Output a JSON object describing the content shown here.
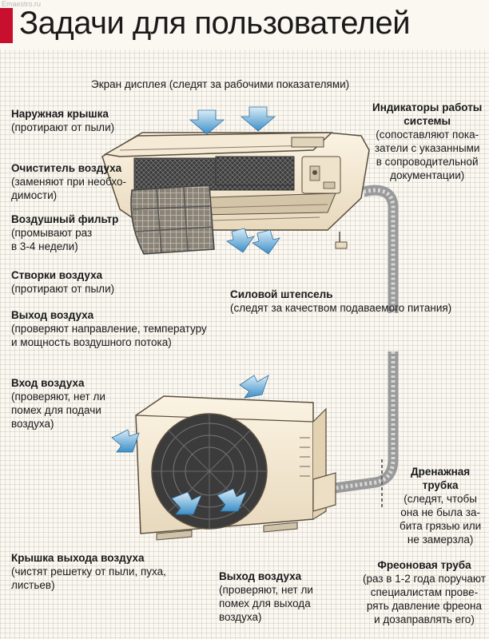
{
  "watermark": "Emaestro.ru",
  "title": "Задачи для пользователей",
  "indoor": {
    "display": {
      "h": "Экран дисплея (следят за рабочими показателями)"
    },
    "cover": {
      "h": "Наружная крышка",
      "d1": "(протирают от пыли)"
    },
    "purifier": {
      "h": "Очиститель воздуха",
      "d1": "(заменяют при необхо-",
      "d2": "димости)"
    },
    "filter": {
      "h": "Воздушный фильтр",
      "d1": "(промывают раз",
      "d2": "в 3-4 недели)"
    },
    "louvers": {
      "h": "Створки воздуха",
      "d1": "(протирают от пыли)"
    },
    "outlet": {
      "h": "Выход воздуха",
      "d1": "(проверяют направление, температуру",
      "d2": "и мощность воздушного потока)"
    },
    "indicators": {
      "h1": "Индикаторы работы",
      "h2": "системы",
      "d1": "(сопоставляют пока-",
      "d2": "затели с указанными",
      "d3": "в сопроводительной",
      "d4": "документации)"
    },
    "plug": {
      "h": "Силовой штепсель",
      "d1": "(следят за качеством подаваемого питания)"
    }
  },
  "outdoor": {
    "inlet": {
      "h": "Вход воздуха",
      "d1": "(проверяют, нет ли",
      "d2": "помех для подачи",
      "d3": "воздуха)"
    },
    "drain": {
      "h1": "Дренажная",
      "h2": "трубка",
      "d1": "(следят, чтобы",
      "d2": "она не была за-",
      "d3": "бита грязью или",
      "d4": "не замерзла)"
    },
    "cover": {
      "h": "Крышка выхода воздуха",
      "d1": "(чистят решетку от пыли, пуха,",
      "d2": "листьев)"
    },
    "outlet": {
      "h": "Выход воздуха",
      "d1": "(проверяют, нет ли",
      "d2": "помех для выхода",
      "d3": "воздуха)"
    },
    "freon": {
      "h": "Фреоновая труба",
      "d1": "(раз в 1-2 года поручают",
      "d2": "специалистам прове-",
      "d3": "рять давление фреона",
      "d4": "и дозаправлять его)"
    }
  }
}
